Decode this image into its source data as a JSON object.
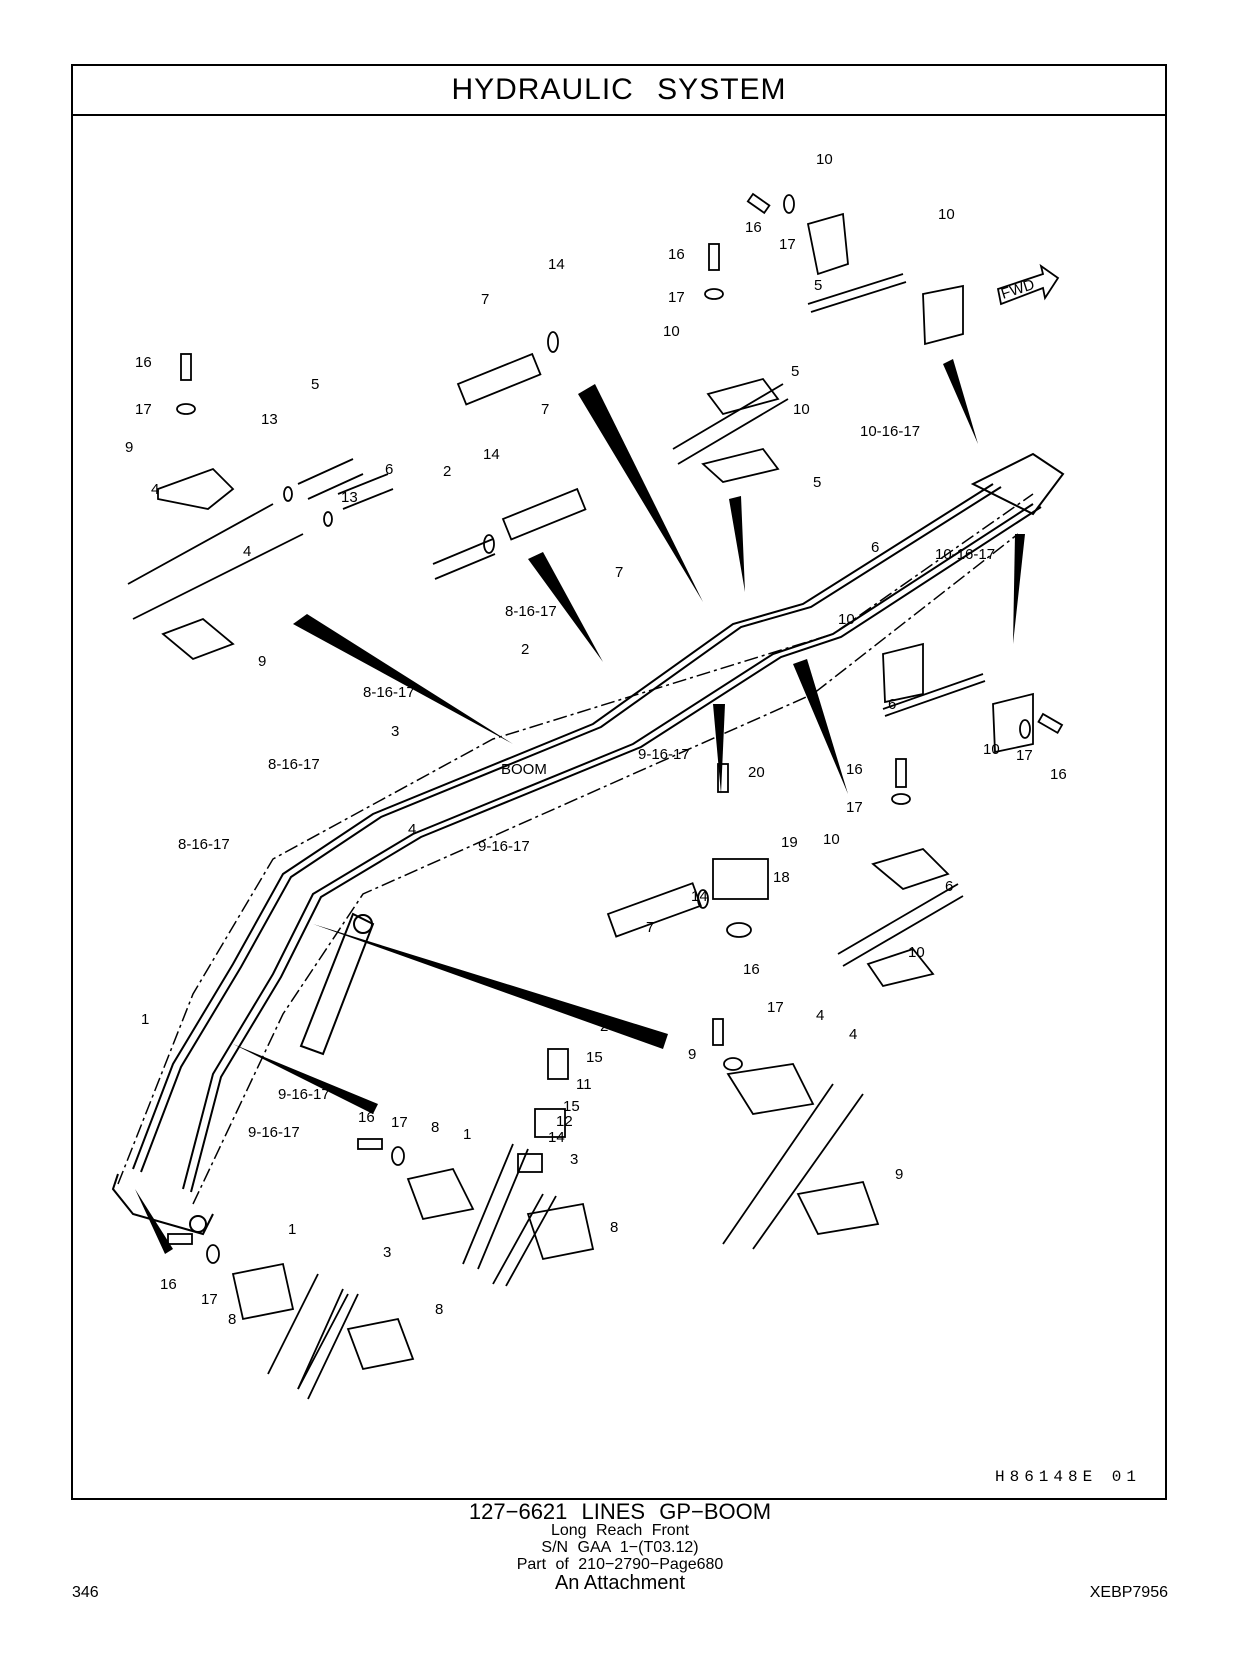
{
  "title": "HYDRAULIC   SYSTEM",
  "drawing_number": "H86148E   01",
  "caption": {
    "part": "127−6621   LINES  GP−BOOM",
    "line2": "Long  Reach  Front",
    "line3": "S/N GAA 1−(T03.12)",
    "line4": "Part of 210−2790−Page680",
    "line5": "An Attachment"
  },
  "page_number": "346",
  "document_code": "XEBP7956",
  "labels": {
    "boom": "BOOM",
    "fwd": "FWD",
    "n1": "1",
    "n2": "2",
    "n3": "3",
    "n4": "4",
    "n5": "5",
    "n6": "6",
    "n7": "7",
    "n8": "8",
    "n9": "9",
    "n10": "10",
    "n11": "11",
    "n12": "12",
    "n13": "13",
    "n14": "14",
    "n15": "15",
    "n16": "16",
    "n17": "17",
    "n18": "18",
    "n19": "19",
    "n20": "20",
    "c8_16_17": "8-16-17",
    "c9_16_17": "9-16-17",
    "c10_16_17": "10-16-17"
  }
}
